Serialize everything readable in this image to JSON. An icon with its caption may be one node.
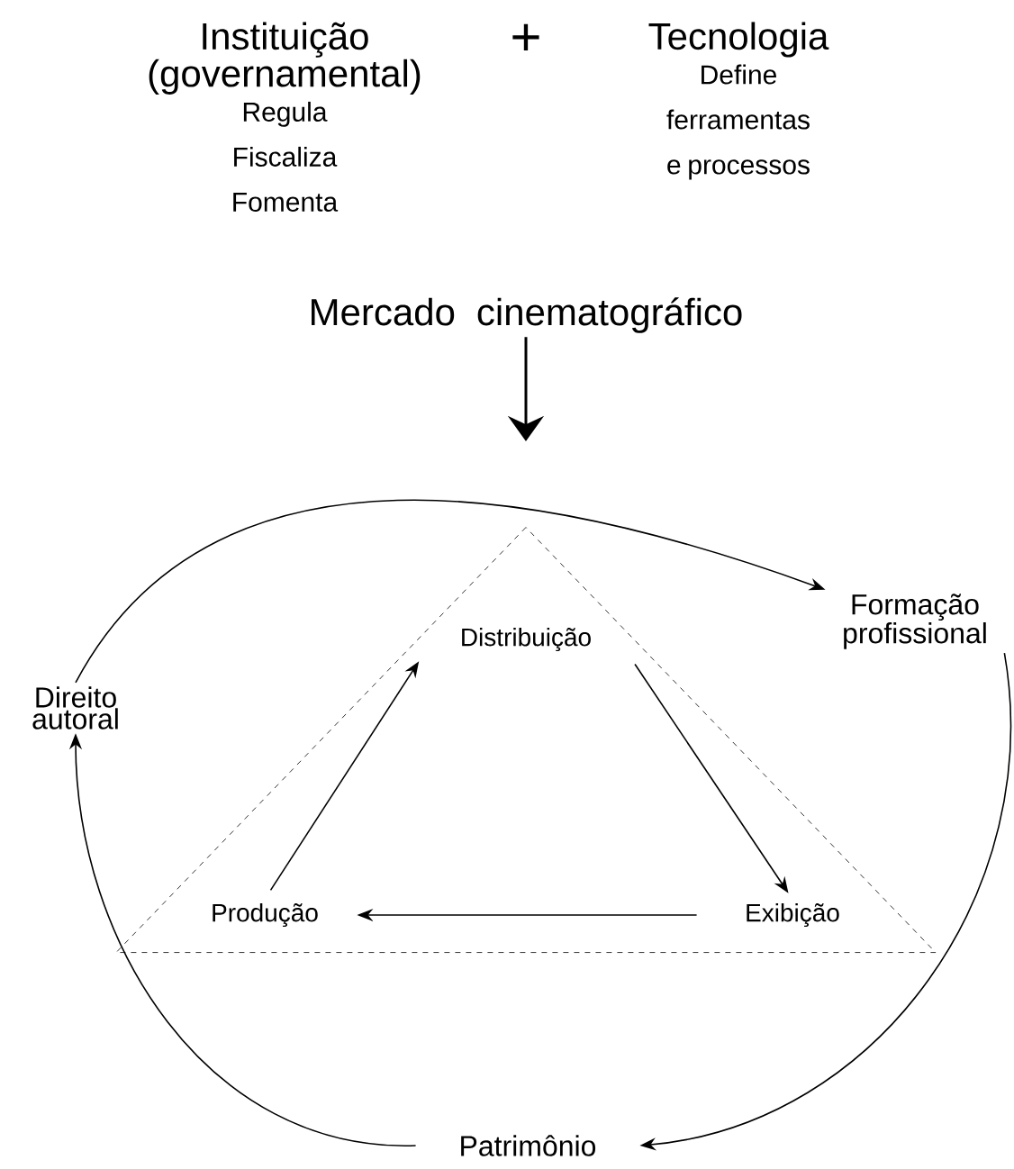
{
  "diagram": {
    "nodes": [
      {
        "text": [
          "Instituição (governamental)",
          "Regula Fiscaliza Fomenta"
        ]
      },
      {
        "text": [
          "Tecnologia",
          "Define ferramentas e processos"
        ]
      },
      {
        "text": [
          "Mercado cinematográfico"
        ]
      },
      {
        "text": [
          "Formação profissional"
        ]
      },
      {
        "text": [
          "Patrimônio"
        ]
      },
      {
        "text": [
          "Direito autoral"
        ]
      },
      {
        "text": [],
        "shape": "triangle"
      },
      {
        "text": [
          "Distribuição"
        ],
        "in": 6
      },
      {
        "text": [
          "Exibição"
        ],
        "in": 6
      },
      {
        "text": [
          "Produção"
        ],
        "in": 6
      }
    ],
    "edges": [
      {
        "from": 2,
        "to": null,
        "arrow": "to"
      },
      {
        "from": 5,
        "to": 3,
        "arrow": "to"
      },
      {
        "from": 3,
        "to": 4,
        "arrow": "to"
      },
      {
        "from": 4,
        "to": 5,
        "arrow": "to"
      },
      {
        "from": 9,
        "to": 7,
        "arrow": "to"
      },
      {
        "from": 7,
        "to": 8,
        "arrow": "to"
      },
      {
        "from": 8,
        "to": 9,
        "arrow": "to"
      }
    ],
    "labels": [
      "+"
    ]
  }
}
